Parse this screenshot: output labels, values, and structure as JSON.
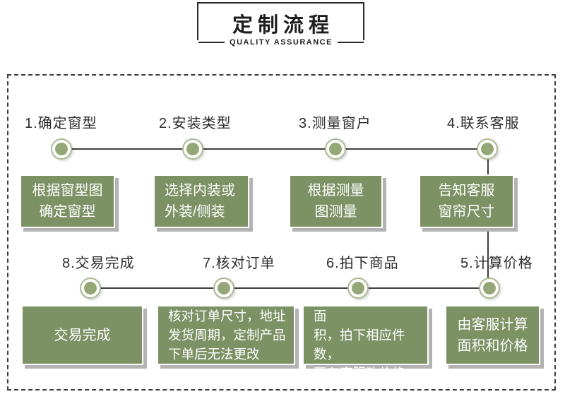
{
  "header": {
    "title": "定制流程",
    "subtitle": "QUALITY ASSURANCE"
  },
  "flow": {
    "top": [
      {
        "label": "1.确定窗型",
        "box": "根据窗型图\n确定窗型"
      },
      {
        "label": "2.安装类型",
        "box": "选择内装或\n外装/侧装"
      },
      {
        "label": "3.测量窗户",
        "box": "根据测量\n图测量"
      },
      {
        "label": "4.联系客服",
        "box": "告知客服\n窗帘尺寸"
      }
    ],
    "bottom": [
      {
        "label": "8.交易完成",
        "box": "交易完成"
      },
      {
        "label": "7.核对订单",
        "box": "核对订单尺寸，地址\n发货周期，定制产品\n下单后无法更改"
      },
      {
        "label": "6.拍下商品",
        "box": "根据客服计算出的面\n积，拍下相应件数，\n再有客服改价格"
      },
      {
        "label": "5.计算价格",
        "box": "由客服计算\n面积和价格"
      }
    ]
  },
  "colors": {
    "box_green": "#7C9164",
    "node_green": "#94A877",
    "node_ring": "#A9B990",
    "line": "#3E3E3E",
    "shadow": "#B3B3B3",
    "text_dark": "#2D2D2D",
    "box_text": "#FFFFFF"
  }
}
